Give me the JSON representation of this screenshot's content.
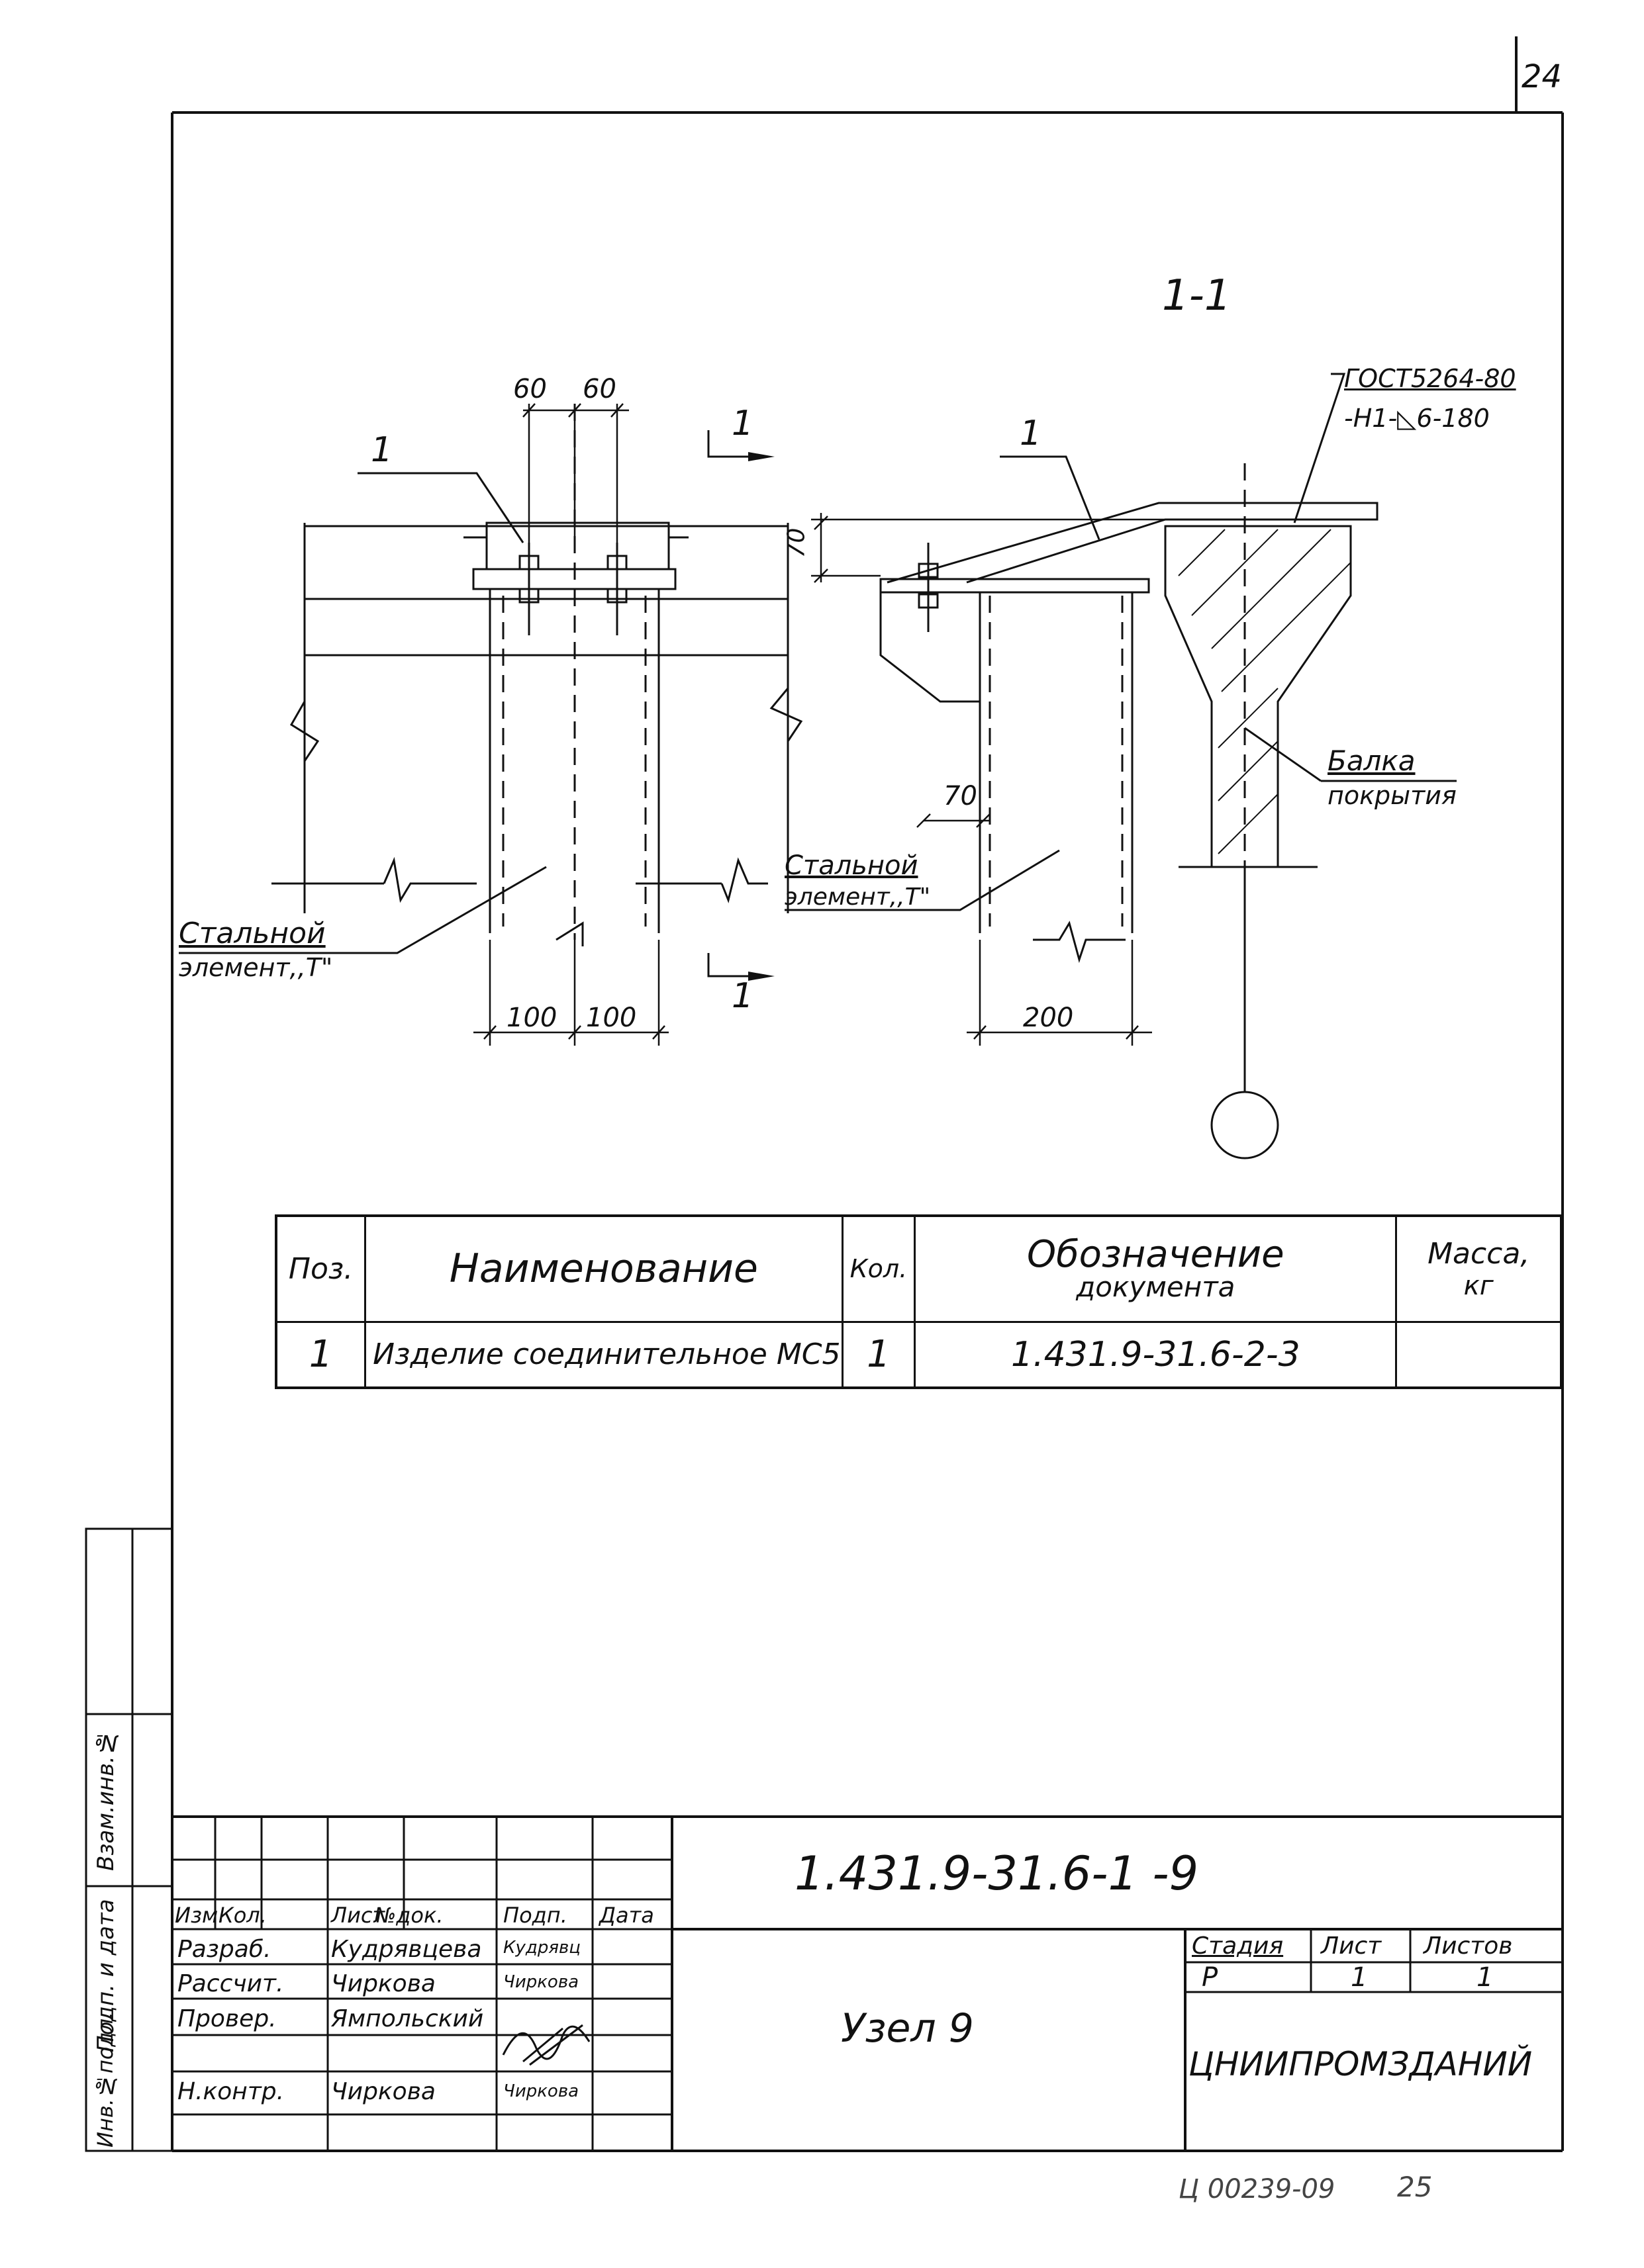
{
  "page_number": "24",
  "section_mark": "1-1",
  "callouts": {
    "position_left": "1",
    "position_right": "1",
    "cut_mark_top": "1",
    "cut_mark_bottom": "1"
  },
  "dimensions": {
    "top_left": "60",
    "top_right": "60",
    "height_upper": "70",
    "height_lower": "70",
    "bottom_left": "100",
    "bottom_right": "100",
    "bottom_width": "200"
  },
  "weld_note": {
    "line1": "ГОСТ5264-80",
    "line2": "-Н1-◺6-180"
  },
  "labels": {
    "beam_line1": "Балка",
    "beam_line2": "покрытия",
    "steel_left_line1": "Стальной",
    "steel_left_line2": "элемент,,Т\"",
    "steel_right_line1": "Стальной",
    "steel_right_line2": "элемент,,Т\""
  },
  "spec_table": {
    "headers": {
      "pos": "Поз.",
      "name": "Наименование",
      "qty": "Кол.",
      "doc_line1": "Обозначение",
      "doc_line2": "документа",
      "mass_line1": "Масса,",
      "mass_line2": "кг"
    },
    "row": {
      "pos": "1",
      "name": "Изделие соединительное МС5",
      "qty": "1",
      "doc": "1.431.9-31.6-2-3",
      "mass": ""
    }
  },
  "side_stamp": {
    "inv_orig": "Инв.№подл.",
    "sign_date": "Подп. и дата",
    "inv_replace": "Взам.инв.№"
  },
  "title_block": {
    "doc_code": "1.431.9-31.6-1 -9",
    "headers": {
      "change": "Изм.",
      "qty": "Кол.",
      "sheet": "Лист",
      "doc_no": "№док.",
      "sign": "Подп.",
      "date": "Дата"
    },
    "roles": [
      {
        "role": "Разраб.",
        "name": "Кудрявцева",
        "sign": "Кудрявц"
      },
      {
        "role": "Рассчит.",
        "name": "Чиркова",
        "sign": "Чиркова"
      },
      {
        "role": "Провер.",
        "name": "Ямпольский",
        "sign": ""
      },
      {
        "role": "",
        "name": "",
        "sign": ""
      },
      {
        "role": "Н.контр.",
        "name": "Чиркова",
        "sign": "Чиркова"
      }
    ],
    "title": "Узел 9",
    "stage_header": "Стадия",
    "sheet_header": "Лист",
    "sheets_header": "Листов",
    "stage": "Р",
    "sheet": "1",
    "sheets": "1",
    "organization": "ЦНИИПРОМЗДАНИЙ"
  },
  "footer_code": "Ц 00239-09",
  "footer_number": "25"
}
